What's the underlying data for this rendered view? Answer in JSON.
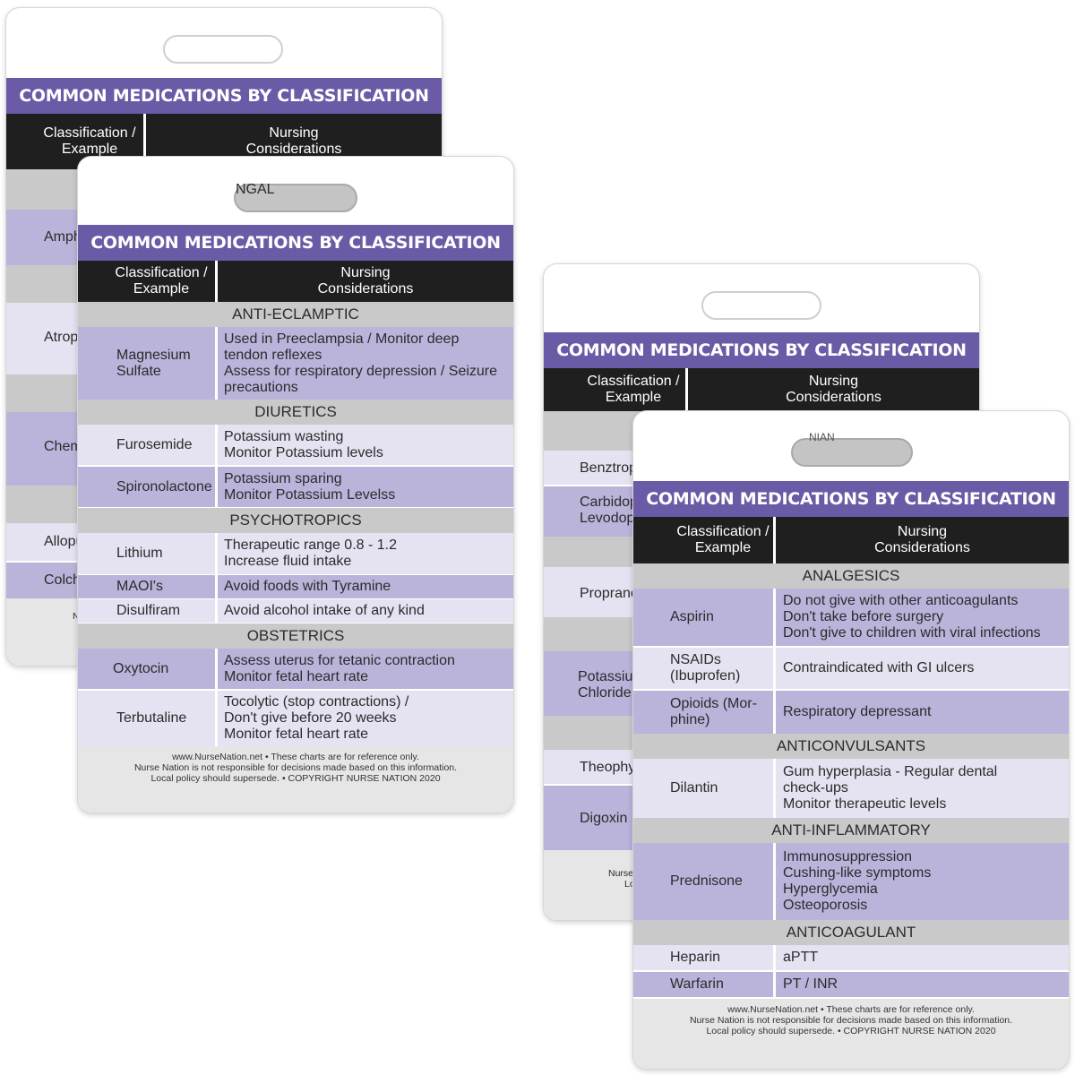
{
  "colors": {
    "title_bg": "#6b5aa6",
    "header_bg": "#1f1f1f",
    "section_bg": "#c9c9c9",
    "row_purple": "#bab3da",
    "row_lilac": "#e5e2f2"
  },
  "card_title": "COMMON MEDICATIONS BY CLASSIFICATION",
  "col1_line1": "Classification /",
  "col1_line2": "Example",
  "col2_line1": "Nursing",
  "col2_line2": "Considerations",
  "footer": {
    "line1": "www.NurseNation.net • These charts are for reference only.",
    "line2": "Nurse Nation is not responsible for decisions made based on this information.",
    "line3": "Local policy should supersede. • COPYRIGHT NURSE NATION 2020"
  },
  "back_left_fragments": [
    "Amph",
    "Atropi",
    "Chem",
    "Allopu",
    "Colch",
    "N"
  ],
  "back_right_fragments": [
    "Benztrop",
    "Carbidop",
    "Levodopa",
    "Proprano",
    "Potassiu",
    "Chloride",
    "Theophyl",
    "Digoxin",
    "Nurse",
    "Lo"
  ],
  "slot_peek_left": "NGAL",
  "slot_peek_right": "NIAN",
  "front_left": {
    "sections": [
      {
        "name": "ANTI-ECLAMPTIC",
        "rows": [
          {
            "drug": [
              "Magnesium",
              "Sulfate"
            ],
            "notes": [
              "Used in Preeclampsia / Monitor deep",
              "tendon reflexes",
              "Assess for respiratory depression / Seizure",
              "precautions"
            ]
          }
        ]
      },
      {
        "name": "DIURETICS",
        "rows": [
          {
            "drug": [
              "Furosemide"
            ],
            "notes": [
              "Potassium wasting",
              "Monitor Potassium levels"
            ]
          },
          {
            "drug": [
              "Spironolactone"
            ],
            "notes": [
              "Potassium sparing",
              "Monitor Potassium Levelss"
            ]
          }
        ]
      },
      {
        "name": "PSYCHOTROPICS",
        "rows": [
          {
            "drug": [
              "Lithium"
            ],
            "notes": [
              "Therapeutic range 0.8 - 1.2",
              "Increase fluid intake"
            ]
          },
          {
            "drug": [
              "MAOI's"
            ],
            "notes": [
              "Avoid foods with Tyramine"
            ]
          },
          {
            "drug": [
              "Disulfiram"
            ],
            "notes": [
              "Avoid alcohol intake of any kind"
            ]
          }
        ]
      },
      {
        "name": "OBSTETRICS",
        "rows": [
          {
            "drug": [
              "Oxytocin"
            ],
            "notes": [
              "Assess uterus for tetanic contraction",
              "Monitor fetal heart rate"
            ]
          },
          {
            "drug": [
              "Terbutaline"
            ],
            "notes": [
              "Tocolytic (stop contractions) /",
              "Don't give before 20 weeks",
              "Monitor fetal heart rate"
            ]
          }
        ]
      }
    ]
  },
  "front_right": {
    "sections": [
      {
        "name": "ANALGESICS",
        "rows": [
          {
            "drug": [
              "Aspirin"
            ],
            "notes": [
              "Do not give with other anticoagulants",
              "Don't take before surgery",
              "Don't give to children with viral infections"
            ]
          },
          {
            "drug": [
              "NSAIDs",
              "(Ibuprofen)"
            ],
            "notes": [
              "Contraindicated with GI ulcers"
            ]
          },
          {
            "drug": [
              "Opioids (Mor-",
              "phine)"
            ],
            "notes": [
              "Respiratory depressant"
            ]
          }
        ]
      },
      {
        "name": "ANTICONVULSANTS",
        "rows": [
          {
            "drug": [
              "Dilantin"
            ],
            "notes": [
              "Gum hyperplasia - Regular dental",
              "check-ups",
              "Monitor therapeutic levels"
            ]
          }
        ]
      },
      {
        "name": "ANTI-INFLAMMATORY",
        "rows": [
          {
            "drug": [
              "Prednisone"
            ],
            "notes": [
              "Immunosuppression",
              "Cushing-like symptoms",
              "Hyperglycemia",
              "Osteoporosis"
            ]
          }
        ]
      },
      {
        "name": "ANTICOAGULANT",
        "rows": [
          {
            "drug": [
              "Heparin"
            ],
            "notes": [
              "aPTT"
            ]
          },
          {
            "drug": [
              "Warfarin"
            ],
            "notes": [
              "PT / INR"
            ]
          }
        ]
      }
    ]
  }
}
